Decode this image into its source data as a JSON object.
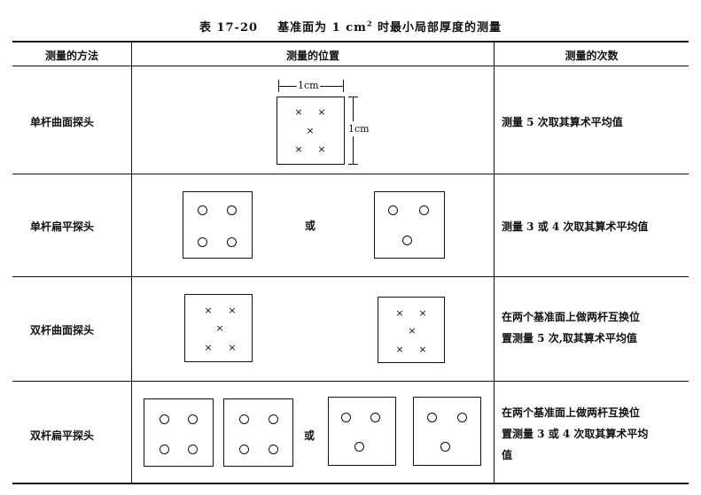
{
  "title": {
    "prefix": "表 17-20",
    "text_before": "基准面为 1 cm",
    "sup": "2",
    "text_after": " 时最小局部厚度的测量"
  },
  "headers": [
    "测量的方法",
    "测量的位置",
    "测量的次数"
  ],
  "rows": [
    {
      "method": "单杆曲面探头",
      "count": "测量 5 次取其算术平均值"
    },
    {
      "method": "单杆扁平探头",
      "count": "测量 3 或 4 次取其算术平均值"
    },
    {
      "method": "双杆曲面探头",
      "count_lines": [
        "在两个基准面上做两杆互换位",
        "置测量 5 次,取其算术平均值"
      ]
    },
    {
      "method": "双杆扁平探头",
      "count_lines": [
        "在两个基准面上做两杆互换位",
        "置测量 3 或 4 次取其算术平均",
        "值"
      ]
    }
  ],
  "diagram": {
    "dim_top": "1cm",
    "dim_right": "1cm",
    "or_label": "或",
    "cross_symbol": "×"
  }
}
